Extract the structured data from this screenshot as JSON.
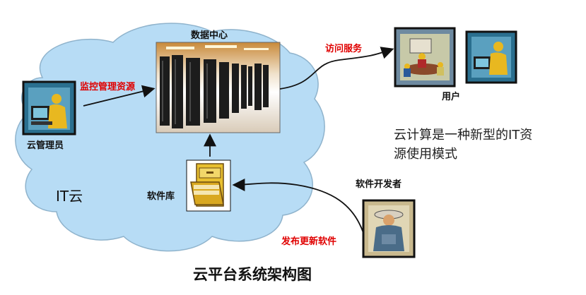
{
  "diagram": {
    "title": "云平台系统架构图",
    "cloud_label": "IT云",
    "datacenter_label": "数据中心",
    "admin_label": "云管理员",
    "monitor_label": "监控管理资源",
    "access_label": "访问服务",
    "users_label": "用户",
    "repo_label": "软件库",
    "developer_label": "软件开发者",
    "publish_label": "发布更新软件",
    "description_line1": "云计算是一种新型的IT资",
    "description_line2": "源使用模式"
  },
  "colors": {
    "cloud_fill": "#b7dcf5",
    "cloud_stroke": "#8fb3cc",
    "accent_red": "#e00000",
    "clipart_frame": "#111111",
    "clipart_teal": "#2a6f8f",
    "clipart_yellow": "#e8b820"
  }
}
